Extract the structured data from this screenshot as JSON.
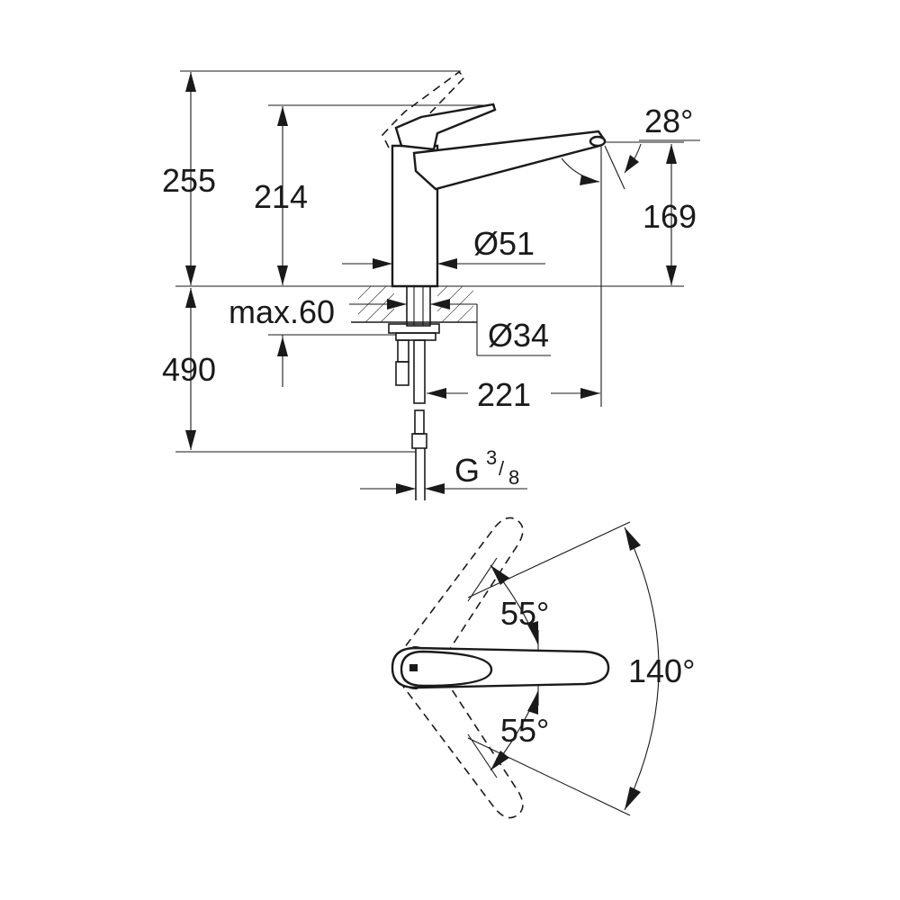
{
  "dimensions": {
    "total_height": "255",
    "lever_height": "214",
    "spout_height": "169",
    "spout_angle": "28°",
    "body_diameter": "Ø51",
    "max_deck_thickness": "max.60",
    "hole_diameter": "Ø34",
    "below_deck_length": "490",
    "spout_reach": "221",
    "connection_main": "G",
    "connection_num": "3",
    "connection_sep": "/",
    "connection_den": "8"
  },
  "rotation": {
    "total_angle": "140°",
    "upper_angle": "55°",
    "lower_angle": "55°"
  }
}
